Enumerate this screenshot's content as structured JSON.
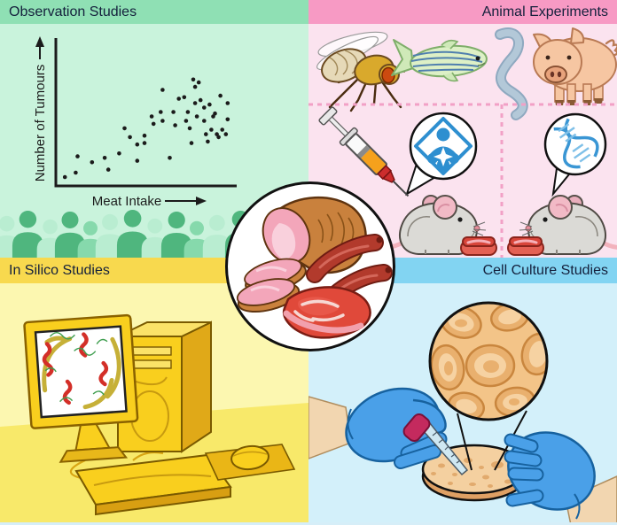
{
  "panels": {
    "observation": {
      "title": "Observation Studies"
    },
    "animal": {
      "title": "Animal Experiments"
    },
    "in_silico": {
      "title": "In Silico Studies"
    },
    "cell_culture": {
      "title": "Cell Culture Studies"
    }
  },
  "chart_data": {
    "type": "scatter",
    "title": "",
    "xlabel": "Meat Intake",
    "ylabel": "Number of Tumours",
    "x_range": [
      0,
      1
    ],
    "y_range": [
      0,
      1
    ],
    "axes_tick_labels": "none (qualitative axes with direction arrows)",
    "legend": "none",
    "grid": false,
    "trend": "positive correlation",
    "points": [
      [
        0.05,
        0.06
      ],
      [
        0.11,
        0.09
      ],
      [
        0.12,
        0.2
      ],
      [
        0.2,
        0.16
      ],
      [
        0.27,
        0.19
      ],
      [
        0.29,
        0.11
      ],
      [
        0.35,
        0.22
      ],
      [
        0.38,
        0.39
      ],
      [
        0.41,
        0.33
      ],
      [
        0.45,
        0.28
      ],
      [
        0.45,
        0.17
      ],
      [
        0.49,
        0.34
      ],
      [
        0.49,
        0.29
      ],
      [
        0.53,
        0.47
      ],
      [
        0.54,
        0.42
      ],
      [
        0.58,
        0.5
      ],
      [
        0.59,
        0.44
      ],
      [
        0.59,
        0.65
      ],
      [
        0.63,
        0.19
      ],
      [
        0.65,
        0.5
      ],
      [
        0.66,
        0.41
      ],
      [
        0.68,
        0.59
      ],
      [
        0.71,
        0.6
      ],
      [
        0.72,
        0.44
      ],
      [
        0.73,
        0.5
      ],
      [
        0.74,
        0.39
      ],
      [
        0.75,
        0.29
      ],
      [
        0.76,
        0.72
      ],
      [
        0.77,
        0.67
      ],
      [
        0.77,
        0.56
      ],
      [
        0.78,
        0.47
      ],
      [
        0.79,
        0.7
      ],
      [
        0.8,
        0.58
      ],
      [
        0.82,
        0.53
      ],
      [
        0.82,
        0.44
      ],
      [
        0.83,
        0.35
      ],
      [
        0.84,
        0.3
      ],
      [
        0.85,
        0.55
      ],
      [
        0.86,
        0.38
      ],
      [
        0.87,
        0.47
      ],
      [
        0.88,
        0.49
      ],
      [
        0.89,
        0.35
      ],
      [
        0.9,
        0.33
      ],
      [
        0.91,
        0.61
      ],
      [
        0.92,
        0.38
      ],
      [
        0.94,
        0.35
      ],
      [
        0.95,
        0.56
      ],
      [
        0.95,
        0.45
      ]
    ]
  },
  "icons": [
    "crowd-icon",
    "fruit-fly-icon",
    "zebrafish-icon",
    "roundworm-icon",
    "pig-icon",
    "syringe-icon",
    "health-hazard-icon",
    "dna-icon",
    "mouse-icon",
    "meat-piece-icon",
    "computer-icon",
    "protein-structure-icon",
    "petri-dish-icon",
    "pipette-icon",
    "gloved-hand-icon",
    "magnified-cells-icon",
    "meat-products-icon"
  ],
  "colors": {
    "observation_header": "#8fe0b4",
    "observation_bg": "#c9f3dc",
    "animal_header": "#f79ac4",
    "animal_bg": "#fbe3ef",
    "animal_divider": "#f2a0c6",
    "in_silico_header": "#f8d94e",
    "in_silico_bg": "#fcf7b0",
    "in_silico_floor": "#f8e96a",
    "cell_culture_header": "#82d4f2",
    "cell_culture_bg": "#d3f0fa",
    "hazard_blue": "#2e8fd0",
    "dna_blue": "#3a96d4",
    "glove_blue": "#4aa0e8",
    "computer_yellow": "#f9cf1e",
    "mouse_grey": "#dbdad6",
    "header_text": "#14203c",
    "scatter_dot": "#1b1b1b"
  }
}
